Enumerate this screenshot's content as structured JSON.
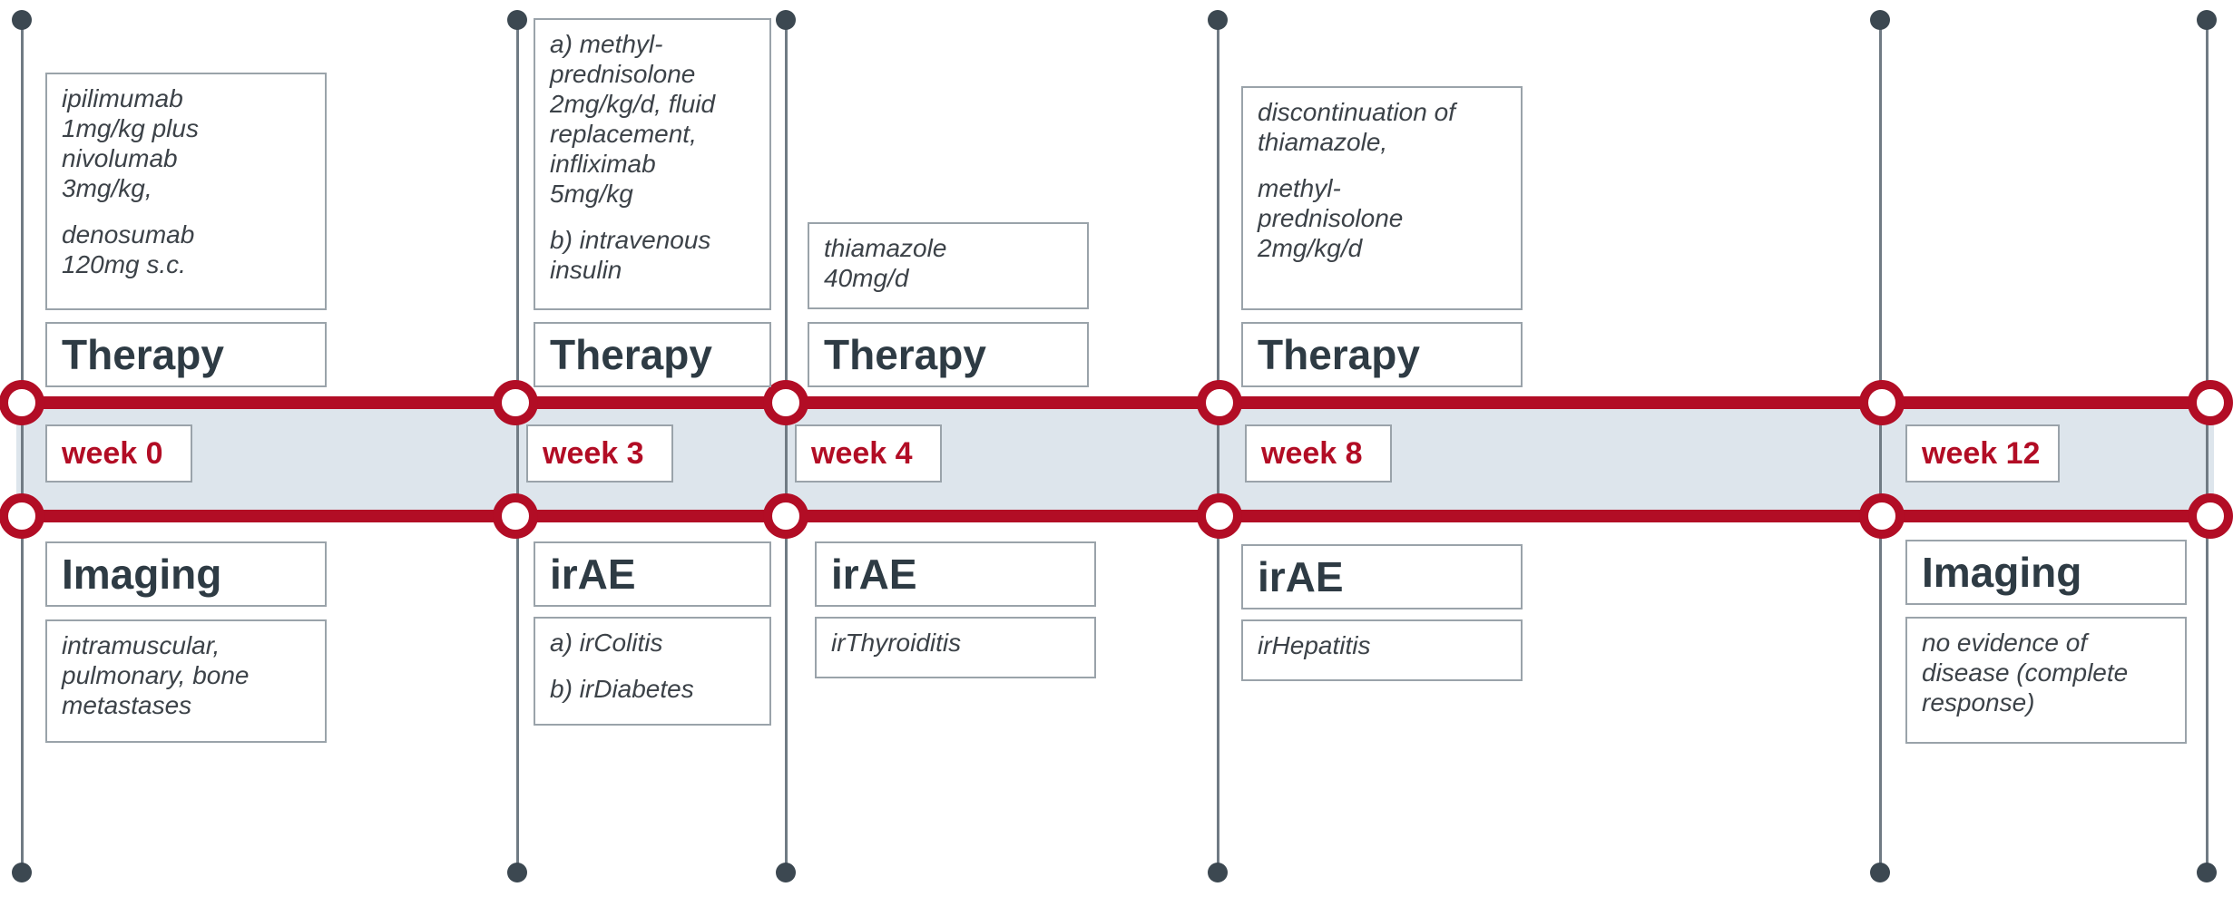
{
  "colors": {
    "rail": "#b20d25",
    "band": "#dde5ec",
    "line": "#707b84",
    "dot": "#3c4851",
    "heading": "#2e3b44",
    "week_label": "#b20d25"
  },
  "milestones": [
    {
      "week": "week 0",
      "top_heading": "Therapy",
      "top_note": [
        "ipilimumab\n1mg/kg plus\nnivolumab\n3mg/kg,",
        "denosumab\n120mg s.c."
      ],
      "bottom_heading": "Imaging",
      "bottom_note": [
        "intramuscular,\npulmonary, bone\nmetastases"
      ]
    },
    {
      "week": "week 3",
      "top_heading": "Therapy",
      "top_note": [
        "a) methyl-\nprednisolone\n2mg/kg/d, fluid\nreplacement,\ninfliximab\n5mg/kg",
        "b) intravenous\ninsulin"
      ],
      "bottom_heading": "irAE",
      "bottom_note": [
        "a) irColitis",
        "b) irDiabetes"
      ]
    },
    {
      "week": "week 4",
      "top_heading": "Therapy",
      "top_note": [
        "thiamazole\n40mg/d"
      ],
      "bottom_heading": "irAE",
      "bottom_note": [
        "irThyroiditis"
      ]
    },
    {
      "week": "week 8",
      "top_heading": "Therapy",
      "top_note": [
        "discontinuation of\nthiamazole,",
        "methyl-\nprednisolone\n2mg/kg/d"
      ],
      "bottom_heading": "irAE",
      "bottom_note": [
        "irHepatitis"
      ]
    },
    {
      "week": "week 12",
      "top_heading": "",
      "top_note": [],
      "bottom_heading": "Imaging",
      "bottom_note": [
        "no evidence of\ndisease (complete\nresponse)"
      ]
    }
  ]
}
